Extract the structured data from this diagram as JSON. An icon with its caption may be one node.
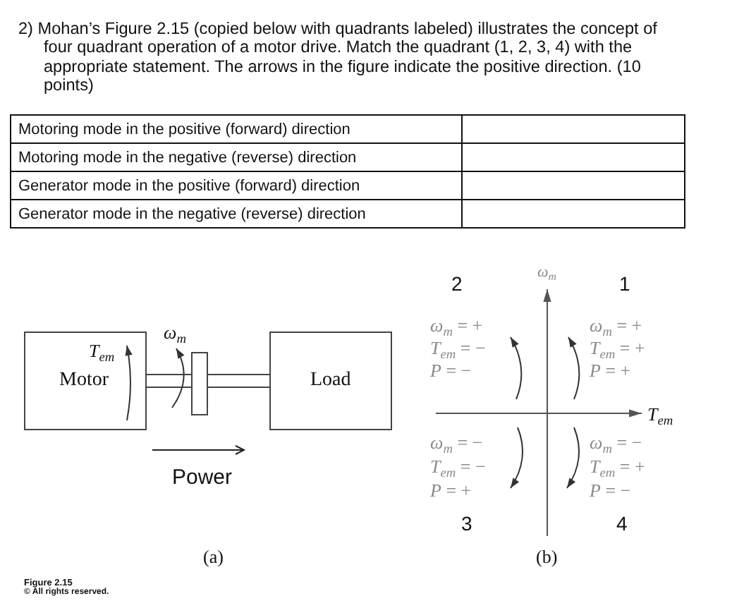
{
  "diagram": {
    "nodes": [
      {
        "text": [
          "T$_{em}$",
          "Motor"
        ]
      },
      {
        "text": [
          "Load"
        ]
      }
    ],
    "edges": [
      {
        "from": 0,
        "to": 1,
        "arrow": "none"
      }
    ],
    "labels": [
      "2) Mohan’s Figure 2.15 (copied below with quadrants labeled) illustrates the concept of four quadrant operation of a motor drive. Match the quadrant (1, 2, 3, 4) with the appropriate statement. The arrows in the figure indicate the positive direction. (10 points)",
      "Motoring mode in the positive (forward) direction",
      "Motoring mode in the negative (reverse) direction",
      "Generator mode in the positive (forward) direction",
      "Generator mode in the negative (reverse) direction",
      "ω$_{m}$",
      "Power",
      "(a)",
      "2",
      "ω$_{m}$",
      "1",
      "*ω*$_{m}$ = +",
      "*T*$_{em}$ = −",
      "*P* = −",
      "*ω*$_{m}$ = +",
      "*T*$_{em}$ = +",
      "*P* = +",
      "T$_{em}$",
      "*ω*$_{m}$ = −",
      "*T*$_{em}$ = −",
      "*P* = +",
      "*ω*$_{m}$ = −",
      "*T*$_{em}$ = +",
      "*P* = −",
      "3",
      "4",
      "(b)",
      "Figure 2.15",
      "© All rights reserved."
    ]
  }
}
